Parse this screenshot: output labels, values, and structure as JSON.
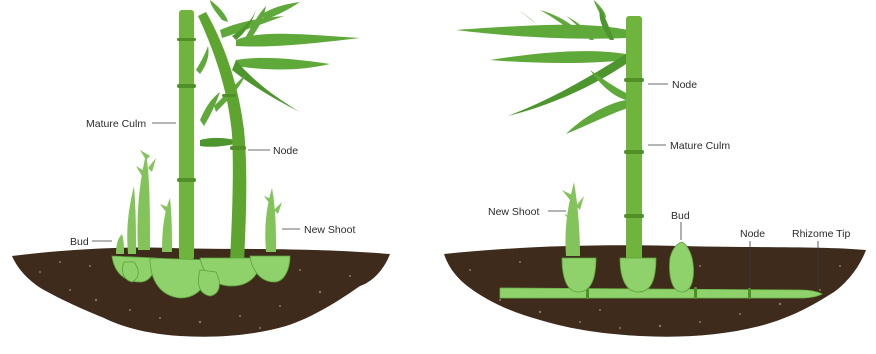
{
  "left_diagram": {
    "labels": {
      "mature_culm": "Mature Culm",
      "node": "Node",
      "bud": "Bud",
      "new_shoot": "New Shoot"
    }
  },
  "right_diagram": {
    "labels": {
      "node_top": "Node",
      "mature_culm": "Mature Culm",
      "new_shoot": "New Shoot",
      "bud": "Bud",
      "node_rhizome": "Node",
      "rhizome_tip": "Rhizome Tip"
    }
  },
  "colors": {
    "culm": "#6fb43d",
    "leaf": "#5fa83a",
    "shoot": "#82c45a",
    "rhizome": "#8fd16a",
    "soil": "#3f2b1c"
  }
}
